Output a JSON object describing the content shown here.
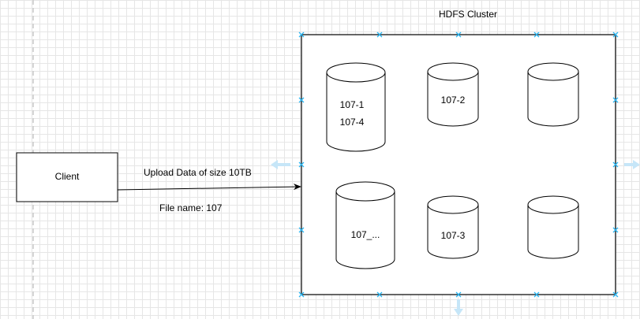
{
  "cluster": {
    "title": "HDFS Cluster"
  },
  "client": {
    "label": "Client"
  },
  "arrow": {
    "label_top": "Upload Data of size 10TB",
    "label_bottom": "File name: 107"
  },
  "nodes": [
    {
      "lines": [
        "107-1",
        "107-4"
      ]
    },
    {
      "lines": [
        "107-2"
      ]
    },
    {
      "lines": []
    },
    {
      "lines": [
        "107_..."
      ]
    },
    {
      "lines": [
        "107-3"
      ]
    },
    {
      "lines": []
    }
  ],
  "colors": {
    "line": "#000000",
    "selection_handle": "#29b6f2",
    "connector_hint": "#c6e6f8",
    "guide": "#c8c8c8"
  }
}
